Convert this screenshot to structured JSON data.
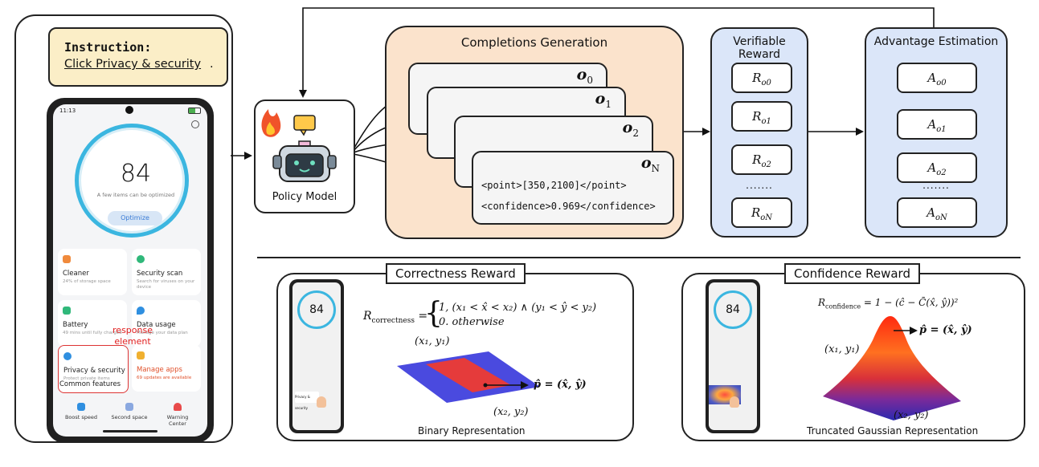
{
  "instruction": {
    "title": "Instruction:",
    "text": "Click Privacy & security",
    "period": "."
  },
  "phone": {
    "status_time": "11:13",
    "score": "84",
    "score_sub": "A few items can be optimized",
    "optimize": "Optimize",
    "tiles": [
      {
        "title": "Cleaner",
        "sub": "24% of storage space",
        "color": "#f08a3c"
      },
      {
        "title": "Security scan",
        "sub": "Search for viruses on your device",
        "color": "#30b87a"
      },
      {
        "title": "Battery",
        "sub": "49 mins until fully charged",
        "color": "#30b87a"
      },
      {
        "title": "Data usage",
        "sub": "Manage your data plan",
        "color": "#2f8fe0"
      },
      {
        "title": "Privacy & security",
        "sub": "Protect private items",
        "color": "#2f8fe0"
      },
      {
        "title": "Manage apps",
        "sub": "69 updates are available",
        "color": "#f0b030"
      }
    ],
    "common_features": "Common features",
    "bottom_items": [
      "Boost speed",
      "Second space",
      "Warning Center"
    ],
    "response_label": "response element"
  },
  "policy_model": {
    "label": "Policy Model"
  },
  "completions": {
    "title": "Completions Generation",
    "outputs": [
      {
        "base": "o",
        "sub": "0"
      },
      {
        "base": "o",
        "sub": "1"
      },
      {
        "base": "o",
        "sub": "2"
      },
      {
        "base": "o",
        "sub": "N"
      }
    ],
    "point_line": "<point>[350,2100]</point>",
    "confidence_line": "<confidence>0.969</confidence>"
  },
  "verifiable_reward": {
    "title": "Verifiable Reward",
    "items": [
      {
        "base": "R",
        "sub": "o0"
      },
      {
        "base": "R",
        "sub": "o1"
      },
      {
        "base": "R",
        "sub": "o2"
      },
      {
        "base": "R",
        "sub": "oN"
      }
    ],
    "dots": "......."
  },
  "advantage_estimation": {
    "title": "Advantage Estimation",
    "items": [
      {
        "base": "A",
        "sub": "o0"
      },
      {
        "base": "A",
        "sub": "o1"
      },
      {
        "base": "A",
        "sub": "o2"
      },
      {
        "base": "A",
        "sub": "oN"
      }
    ],
    "dots": "......."
  },
  "correctness": {
    "title": "Correctness Reward",
    "lhs": "R",
    "lhs_sub": "correctness",
    "case1": "1,   (x₁ < x̂ < x₂) ∧ (y₁ < ŷ < y₂)",
    "case2": "0.   otherwise",
    "top_left": "(x₁, y₁)",
    "bottom_right": "(x₂, y₂)",
    "point": "p̂ = (x̂, ŷ)",
    "caption": "Binary Representation",
    "mini_score": "84",
    "mini_label": "Privacy & security"
  },
  "confidence": {
    "title": "Confidence Reward",
    "formula": "R",
    "formula_sub": "confidence",
    "formula_rhs": " = 1 − (ĉ − C̄(x̂, ŷ))²",
    "top_left": "(x₁, y₁)",
    "bottom_right": "(x₂, y₂)",
    "point": "p̂ = (x̂, ŷ)",
    "caption": "Truncated Gaussian Representation",
    "mini_score": "84"
  },
  "colors": {
    "instruction_bg": "#fbeec7",
    "completions_bg": "#fbe3cc",
    "reward_bg": "#dbe6f9",
    "binary_outer": "#4a4adf",
    "binary_inner": "#e53b3b",
    "response_red": "#e02020"
  }
}
